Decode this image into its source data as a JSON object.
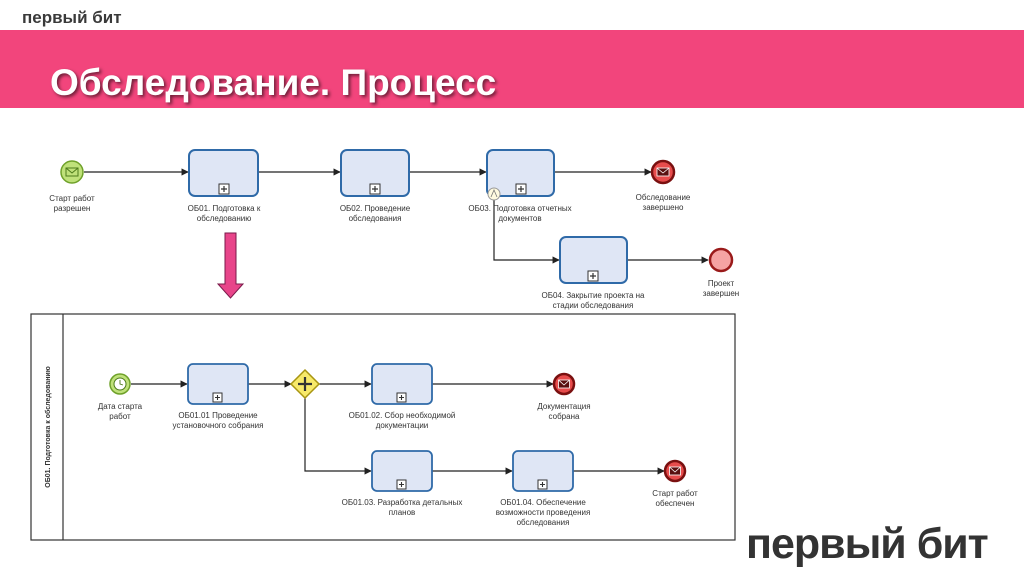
{
  "brand": {
    "logo_text": "первый бит"
  },
  "header": {
    "title": "Обследование. Процесс"
  },
  "top_process": {
    "start": [
      "Старт работ",
      "разрешен"
    ],
    "tasks": [
      [
        "ОБ01. Подготовка к",
        "обследованию"
      ],
      [
        "ОБ02. Проведение",
        "обследования"
      ],
      [
        "ОБ03. Подготовка отчетных",
        "документов"
      ],
      [
        "ОБ04. Закрытие проекта на",
        "стадии обследования"
      ]
    ],
    "end_message": [
      "Обследование",
      "завершено"
    ],
    "end_plain": [
      "Проект",
      "завершен"
    ]
  },
  "subprocess": {
    "lane_label": "ОБ01. Подготовка к обследованию",
    "start": [
      "Дата старта",
      "работ"
    ],
    "tasks": [
      [
        "ОБ01.01 Проведение",
        "установочного собрания"
      ],
      [
        "ОБ01.02. Сбор необходимой",
        "документации"
      ],
      [
        "ОБ01.03. Разработка детальных",
        "планов"
      ],
      [
        "ОБ01.04. Обеспечение",
        "возможности проведения",
        "обследования"
      ]
    ],
    "end_docs": [
      "Документация",
      "собрана"
    ],
    "end_start": [
      "Старт работ",
      "обеспечен"
    ]
  },
  "colors": {
    "banner": "#f2457c",
    "task_fill": "#dfe6f5",
    "task_stroke": "#2f6aa8",
    "start_fill": "#bfe17a",
    "end_fill": "#e74c4c",
    "gateway_fill": "#f7e96a",
    "arrow_fill": "#e8458a"
  }
}
